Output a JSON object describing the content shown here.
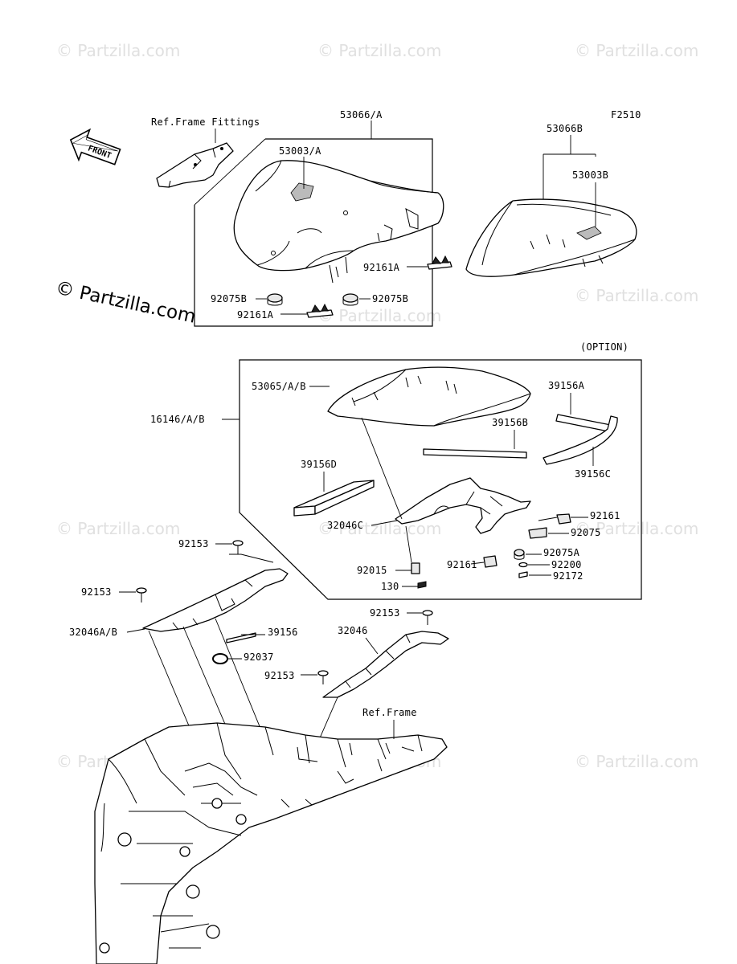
{
  "figure_code": "F2510",
  "front_label": "FRONT",
  "option_label": "(OPTION)",
  "watermarks": {
    "text": "© Partzilla.com",
    "main": "© Partzilla.com"
  },
  "callouts": {
    "ref_frame_fittings": "Ref.Frame Fittings",
    "p53066A": "53066/A",
    "p53003A": "53003/A",
    "p53066B": "53066B",
    "p53003B": "53003B",
    "p92161A_right": "92161A",
    "p92075B_left": "92075B",
    "p92075B_right": "92075B",
    "p92161A_bottom": "92161A",
    "p53065": "53065/A/B",
    "p16146": "16146/A/B",
    "p39156A": "39156A",
    "p39156B": "39156B",
    "p39156C": "39156C",
    "p39156D": "39156D",
    "p32046C": "32046C",
    "p92161_upper": "92161",
    "p92075": "92075",
    "p92075A": "92075A",
    "p92200": "92200",
    "p92172": "92172",
    "p92015": "92015",
    "p92161_lower": "92161",
    "p130": "130",
    "p92153_a": "92153",
    "p92153_b": "92153",
    "p32046AB": "32046A/B",
    "p39156": "39156",
    "p92037": "92037",
    "p92153_c": "92153",
    "p32046": "32046",
    "p92153_d": "92153",
    "ref_frame": "Ref.Frame"
  }
}
